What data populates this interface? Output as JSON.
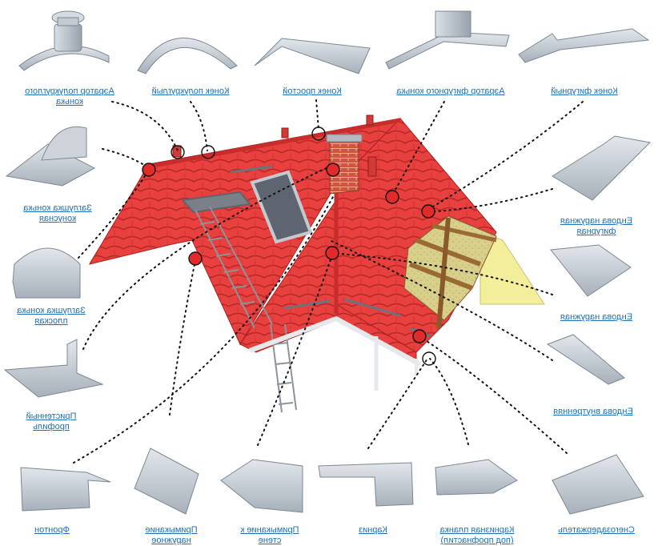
{
  "diagram": {
    "part_labels": {
      "aerator_half_round": [
        "Аэратор полукруглого",
        "конька"
      ],
      "ridge_half_round": [
        "Конек полукруглый"
      ],
      "ridge_simple": [
        "Конек простой"
      ],
      "aerator_shaped": [
        "Аэратор фигурного конька"
      ],
      "ridge_shaped": [
        "Конек фигурный"
      ],
      "ridge_cap_cone": [
        "Заглушка конька",
        "конусная"
      ],
      "ridge_cap_flat": [
        "Заглушка конька",
        "плоская"
      ],
      "wall_profile": [
        "Пристенный",
        "профиль"
      ],
      "valley_outer_shaped": [
        "Ендова наружная",
        "фигурная"
      ],
      "valley_outer": [
        "Ендова наружная"
      ],
      "valley_inner": [
        "Ендова внутренняя"
      ],
      "gable": [
        "Фронтон"
      ],
      "abutment_outer": [
        "Примыкание",
        "наружное"
      ],
      "abutment_wall": [
        "Примыкание к",
        "стене"
      ],
      "cornice": [
        "Карниз"
      ],
      "eaves_strip": [
        "Карнизная планка",
        "(под профнастил)"
      ],
      "snow_guard": [
        "Снегозадержатель"
      ]
    },
    "colors": {
      "roof_red": "#e8403e",
      "roof_dark": "#b52826",
      "gable_yellow": "#f2ee9a",
      "metal": "#c9d0d8",
      "metal_dark": "#8e98a3",
      "link_blue": "#1f6fb8",
      "marker_red": "#e32a2a"
    }
  }
}
